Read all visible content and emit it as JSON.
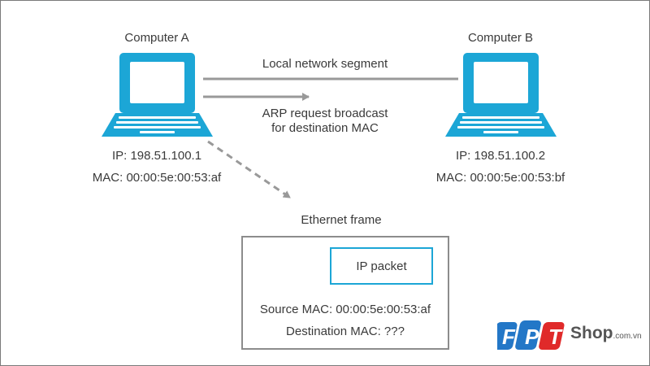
{
  "computer_a": {
    "label": "Computer A",
    "ip": "IP: 198.51.100.1",
    "mac": "MAC: 00:00:5e:00:53:af"
  },
  "computer_b": {
    "label": "Computer B",
    "ip": "IP: 198.51.100.2",
    "mac": "MAC: 00:00:5e:00:53:bf"
  },
  "links": {
    "segment_label": "Local network segment",
    "arp_label_line1": "ARP request broadcast",
    "arp_label_line2": "for destination MAC"
  },
  "frame": {
    "title": "Ethernet frame",
    "ip_packet": "IP packet",
    "source_mac": "Source MAC: 00:00:5e:00:53:af",
    "destination_mac": "Destination MAC: ???"
  },
  "logo": {
    "letters": [
      "F",
      "P",
      "T"
    ],
    "shop": "Shop",
    "domain": ".com.vn"
  },
  "colors": {
    "laptop": "#1ca6d6",
    "line": "#999999",
    "text": "#3a3a3a",
    "logo_blue": "#2377c7",
    "logo_red": "#e02a2a"
  },
  "icons": [
    "laptop-icon",
    "laptop-icon"
  ]
}
